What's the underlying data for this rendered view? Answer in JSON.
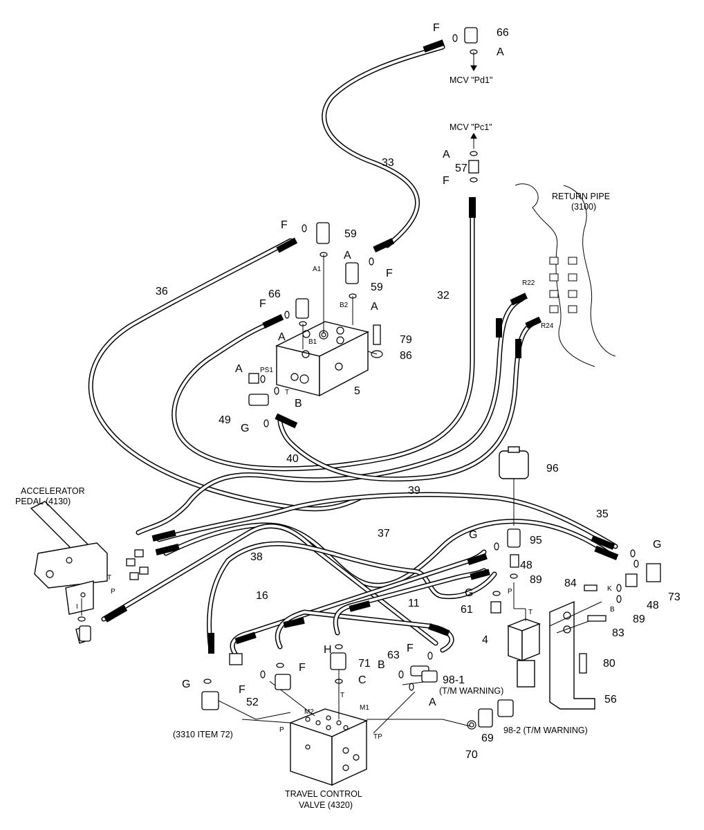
{
  "labels": {
    "mcv_pd1": "MCV \"Pd1\"",
    "mcv_pc1": "MCV \"Pc1\"",
    "return_pipe": "RETURN PIPE",
    "return_pipe_ref": "(3100)",
    "accelerator_pedal": "ACCELERATOR",
    "accelerator_pedal_2": "PEDAL (4130)",
    "travel_control_valve": "TRAVEL CONTROL",
    "travel_control_valve_2": "VALVE (4320)",
    "item_3310": "(3310 ITEM 72)",
    "tm_warning_1": "(T/M WARNING)",
    "tm_warning_2": "98-2 (T/M WARNING)"
  },
  "parts": {
    "p66a": "66",
    "p66b": "66",
    "p33": "33",
    "p57": "57",
    "p59a": "59",
    "p59b": "59",
    "p36": "36",
    "p32": "32",
    "p79": "79",
    "p86": "86",
    "p5": "5",
    "p49": "49",
    "p40": "40",
    "p39": "39",
    "p96": "96",
    "p35": "35",
    "p37": "37",
    "p38": "38",
    "p95": "95",
    "p48a": "48",
    "p48b": "48",
    "p89a": "89",
    "p89b": "89",
    "p73": "73",
    "p84": "84",
    "p83": "83",
    "p16": "16",
    "p11": "11",
    "p61": "61",
    "p4": "4",
    "p71": "71",
    "p63": "63",
    "p981": "98-1",
    "p80": "80",
    "p52": "52",
    "p56": "56",
    "p69": "69",
    "p70": "70"
  },
  "letters": {
    "F1": "F",
    "A1": "A",
    "A2": "A",
    "F2": "F",
    "F3": "F",
    "A3": "A",
    "F4": "F",
    "A4": "A",
    "F5": "F",
    "A5": "A",
    "A6": "A",
    "B1": "B",
    "G1": "G",
    "G2": "G",
    "G3": "G",
    "G4": "G",
    "H1": "H",
    "F6": "F",
    "B2": "B",
    "F7": "F",
    "C1": "C",
    "G5": "G",
    "A7": "A"
  },
  "ports": {
    "a1": "A1",
    "b2": "B2",
    "b1": "B1",
    "ps1": "PS1",
    "t": "T",
    "r22": "R22",
    "r24": "R24",
    "pt": "T",
    "pp": "P",
    "pi": "I",
    "vp": "P",
    "vt": "T",
    "k": "K",
    "b": "B",
    "m2": "M2",
    "m1": "M1",
    "tcv_t": "T",
    "tcv_p": "P",
    "tp": "TP"
  }
}
